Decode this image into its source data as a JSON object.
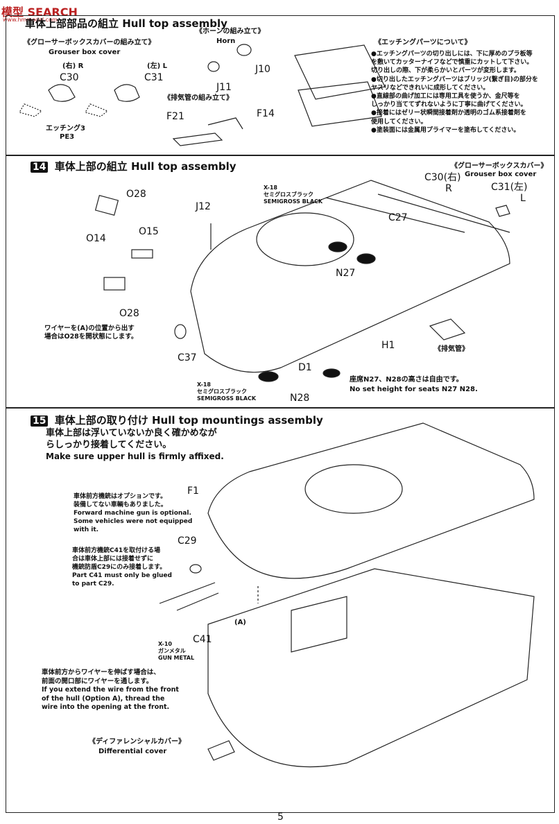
{
  "watermark": {
    "title": "模型 SEARCH",
    "url": "www.hmmodel.com"
  },
  "section13": {
    "title_jp": "車体上部部品の組立",
    "title_en": "Hull top assembly",
    "grouser_jp": "《グローサーボックスカバーの組み立て》",
    "grouser_en": "Grouser box cover",
    "right_label": "(右) R",
    "left_label": "(左) L",
    "c30": "C30",
    "c31": "C31",
    "etching": "エッチング3",
    "pe3": "PE3",
    "horn_jp": "《ホーンの組み立て》",
    "horn_en": "Horn",
    "j10": "J10",
    "j11": "J11",
    "exhaust_jp": "《排気管の組み立て》",
    "f21": "F21",
    "f14": "F14",
    "etch_note_title": "《エッチングパーツについて》",
    "etch_notes": [
      "●エッチングパーツの切り出しには、下に厚めのプラ板等",
      "を敷いてカッターナイフなどで慎重にカットして下さい。",
      "切り出しの際、下が柔らかいとパーツが変形します。",
      "●切り出したエッチングパーツはブリッジ(繋ぎ目)の部分を",
      "ヤスリなどできれいに成形してください。",
      "●直線部の曲げ加工には専用工具を使うか、金尺等を",
      "しっかり当ててずれないように丁寧に曲げてください。",
      "●接着にはゼリー状瞬間接着剤か透明のゴム系接着剤を",
      "使用してください。",
      "●塗装面には金属用プライマーを塗布してください。"
    ]
  },
  "section14": {
    "number": "14",
    "title_jp": "車体上部の組立",
    "title_en": "Hull top assembly",
    "labels": {
      "o28a": "O28",
      "j12": "J12",
      "o15": "O15",
      "o14": "O14",
      "o28b": "O28",
      "c30": "C30(右)",
      "r": "R",
      "c31": "C31(左)",
      "l": "L",
      "grouser_jp": "《グローサーボックスカバー》",
      "grouser_en": "Grouser box cover",
      "c27": "C27",
      "n27": "N27",
      "h1": "H1",
      "d1": "D1",
      "c37": "C37",
      "n28": "N28",
      "exhaust": "《排気管》"
    },
    "paint1": {
      "code": "X-18",
      "jp": "セミグロスブラック",
      "en": "SEMIGROSS BLACK"
    },
    "paint2": {
      "code": "X-18",
      "jp": "セミグロスブラック",
      "en": "SEMIGROSS BLACK"
    },
    "wire_note": [
      "ワイヤーを(A)の位置から出す",
      "場合はO28を開状態にします。"
    ],
    "seat_note_jp": "座席N27、N28の高さは自由です。",
    "seat_note_en": "No set height for seats N27 N28."
  },
  "section15": {
    "number": "15",
    "title_jp": "車体上部の取り付け",
    "title_en": "Hull top mountings assembly",
    "sub_jp_1": "車体上部は浮いていないか良く確かめなが",
    "sub_jp_2": "らしっかり接着してください。",
    "sub_en": "Make sure upper hull is firmly affixed.",
    "opt_jp": [
      "車体前方機銃はオプションです。",
      "装備してない車輌もありました。"
    ],
    "opt_en": [
      "Forward machine gun is optional.",
      "Some vehicles were not equipped",
      "with it."
    ],
    "c41_jp": [
      "車体前方機銃C41を取付ける場",
      "合は車体上部には接着せずに",
      "機銃防盾C29にのみ接着します。"
    ],
    "c41_en": [
      "Part C41 must only be glued",
      "to part C29."
    ],
    "wire_jp": [
      "車体前方からワイヤーを伸ばす場合は、",
      "前面の開口部にワイヤーを通します。"
    ],
    "wire_en": [
      "If you extend the wire from the front",
      "of the hull (Option A), thread the",
      "wire into the opening at the front."
    ],
    "f1": "F1",
    "c29": "C29",
    "c41": "C41",
    "a": "(A)",
    "paint": {
      "code": "X-10",
      "jp": "ガンメタル",
      "en": "GUN METAL"
    },
    "diff_jp": "《ディファレンシャルカバー》",
    "diff_en": "Differential cover"
  },
  "page_number": "5"
}
